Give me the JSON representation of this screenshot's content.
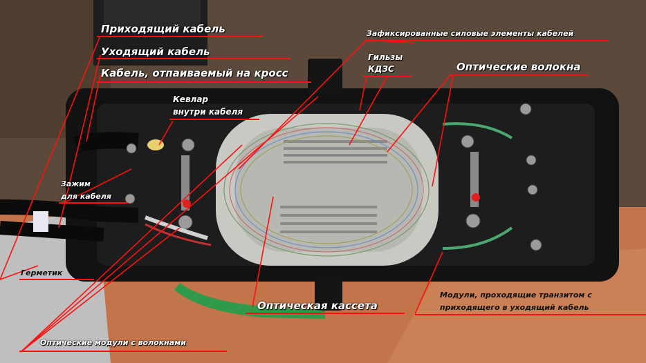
{
  "labels": {
    "incoming_cable": "Приходящий кабель",
    "outgoing_cable": "Уходящий кабель",
    "cross_cable": "Кабель, отпаиваемый на кросс",
    "fixed_strength_members": "Зафиксированные силовые элементы кабелей",
    "sleeves_line1": "Гильзы",
    "sleeves_line2": "КДЗС",
    "optical_fibers": "Оптические волокна",
    "kevlar_line1": "Кевлар",
    "kevlar_line2": "внутри кабеля",
    "clamp_line1": "Зажим",
    "clamp_line2": "для кабеля",
    "sealant": "Герметик",
    "optical_cassette": "Оптическая кассета",
    "transit_modules_line1": "Модули, проходящие транзитом с",
    "transit_modules_line2": "приходящего в уходящий кабель",
    "optical_modules": "Оптические модули с волокнами"
  },
  "colors": {
    "annotation_line": "#ff1010",
    "table_top": "#c2744a",
    "closure_body": "#121212",
    "cassette": "#c9c9c4",
    "floor": "#5a4536",
    "handle": "#2f9a4a"
  }
}
